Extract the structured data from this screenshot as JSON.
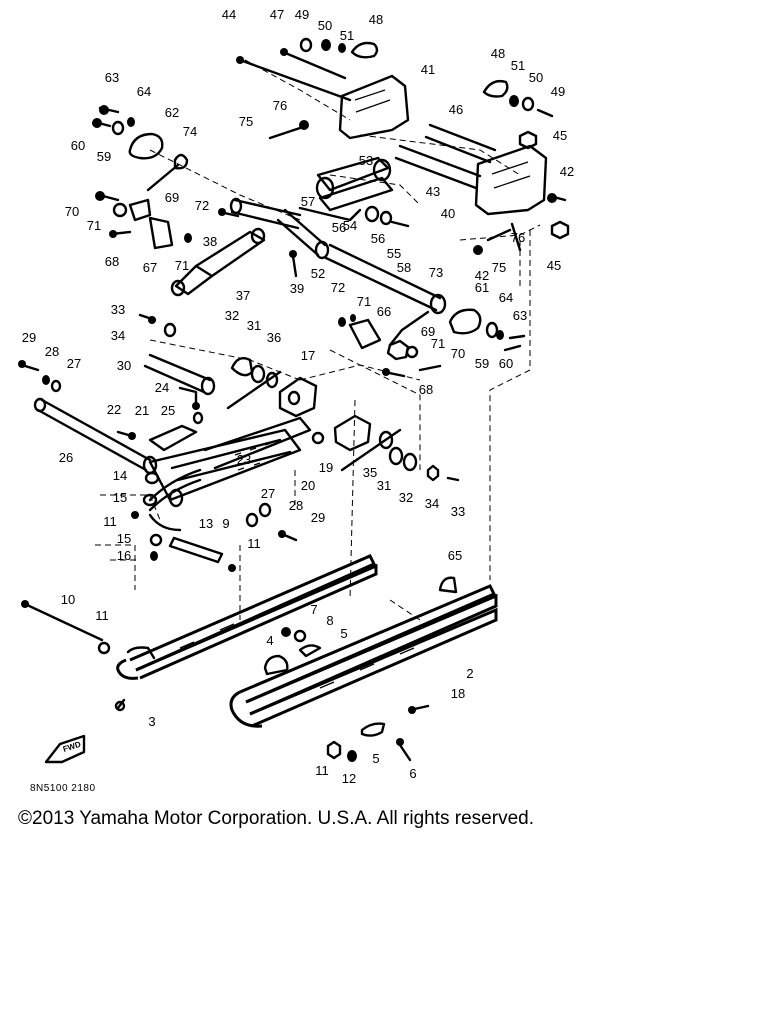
{
  "diagram_code": "8N5100 2180",
  "fwd_label": "FWD",
  "copyright": "©2013 Yamaha Motor Corporation. U.S.A. All rights reserved.",
  "callouts": [
    {
      "id": "c1",
      "label": "44"
    },
    {
      "id": "c2",
      "label": "47"
    },
    {
      "id": "c3",
      "label": "49"
    },
    {
      "id": "c4",
      "label": "50"
    },
    {
      "id": "c5",
      "label": "51"
    },
    {
      "id": "c6",
      "label": "48"
    },
    {
      "id": "c7",
      "label": "41"
    },
    {
      "id": "c8",
      "label": "48"
    },
    {
      "id": "c9",
      "label": "51"
    },
    {
      "id": "c10",
      "label": "50"
    },
    {
      "id": "c11",
      "label": "49"
    },
    {
      "id": "c12",
      "label": "63"
    },
    {
      "id": "c13",
      "label": "64"
    },
    {
      "id": "c14",
      "label": "62"
    },
    {
      "id": "c15",
      "label": "76"
    },
    {
      "id": "c16",
      "label": "75"
    },
    {
      "id": "c17",
      "label": "46"
    },
    {
      "id": "c18",
      "label": "45"
    },
    {
      "id": "c19",
      "label": "60"
    },
    {
      "id": "c20",
      "label": "59"
    },
    {
      "id": "c21",
      "label": "74"
    },
    {
      "id": "c22",
      "label": "53"
    },
    {
      "id": "c23",
      "label": "43"
    },
    {
      "id": "c24",
      "label": "42"
    },
    {
      "id": "c25",
      "label": "70"
    },
    {
      "id": "c26",
      "label": "69"
    },
    {
      "id": "c27",
      "label": "57"
    },
    {
      "id": "c28",
      "label": "40"
    },
    {
      "id": "c29",
      "label": "71"
    },
    {
      "id": "c30",
      "label": "72"
    },
    {
      "id": "c31",
      "label": "38"
    },
    {
      "id": "c32",
      "label": "54"
    },
    {
      "id": "c33",
      "label": "56"
    },
    {
      "id": "c34",
      "label": "56"
    },
    {
      "id": "c35",
      "label": "55"
    },
    {
      "id": "c36",
      "label": "76"
    },
    {
      "id": "c37",
      "label": "45"
    },
    {
      "id": "c38",
      "label": "68"
    },
    {
      "id": "c39",
      "label": "67"
    },
    {
      "id": "c40",
      "label": "71"
    },
    {
      "id": "c41",
      "label": "52"
    },
    {
      "id": "c42",
      "label": "58"
    },
    {
      "id": "c43",
      "label": "42"
    },
    {
      "id": "c44",
      "label": "75"
    },
    {
      "id": "c45",
      "label": "39"
    },
    {
      "id": "c46",
      "label": "37"
    },
    {
      "id": "c47",
      "label": "73"
    },
    {
      "id": "c48",
      "label": "72"
    },
    {
      "id": "c49",
      "label": "71"
    },
    {
      "id": "c50",
      "label": "61"
    },
    {
      "id": "c51",
      "label": "64"
    },
    {
      "id": "c52",
      "label": "33"
    },
    {
      "id": "c53",
      "label": "66"
    },
    {
      "id": "c54",
      "label": "63"
    },
    {
      "id": "c55",
      "label": "34"
    },
    {
      "id": "c56",
      "label": "32"
    },
    {
      "id": "c57",
      "label": "31"
    },
    {
      "id": "c58",
      "label": "36"
    },
    {
      "id": "c59",
      "label": "69"
    },
    {
      "id": "c60",
      "label": "71"
    },
    {
      "id": "c61",
      "label": "70"
    },
    {
      "id": "c62",
      "label": "59"
    },
    {
      "id": "c63",
      "label": "60"
    },
    {
      "id": "c64",
      "label": "29"
    },
    {
      "id": "c65",
      "label": "28"
    },
    {
      "id": "c66",
      "label": "27"
    },
    {
      "id": "c67",
      "label": "17"
    },
    {
      "id": "c68",
      "label": "30"
    },
    {
      "id": "c69",
      "label": "68"
    },
    {
      "id": "c70",
      "label": "24"
    },
    {
      "id": "c71",
      "label": "22"
    },
    {
      "id": "c72",
      "label": "21"
    },
    {
      "id": "c73",
      "label": "25"
    },
    {
      "id": "c74",
      "label": "26"
    },
    {
      "id": "c75",
      "label": "23"
    },
    {
      "id": "c76",
      "label": "19"
    },
    {
      "id": "c77",
      "label": "35"
    },
    {
      "id": "c78",
      "label": "14"
    },
    {
      "id": "c79",
      "label": "20"
    },
    {
      "id": "c80",
      "label": "31"
    },
    {
      "id": "c81",
      "label": "32"
    },
    {
      "id": "c82",
      "label": "34"
    },
    {
      "id": "c83",
      "label": "33"
    },
    {
      "id": "c84",
      "label": "15"
    },
    {
      "id": "c85",
      "label": "27"
    },
    {
      "id": "c86",
      "label": "28"
    },
    {
      "id": "c87",
      "label": "11"
    },
    {
      "id": "c88",
      "label": "13"
    },
    {
      "id": "c89",
      "label": "9"
    },
    {
      "id": "c90",
      "label": "29"
    },
    {
      "id": "c91",
      "label": "15"
    },
    {
      "id": "c92",
      "label": "11"
    },
    {
      "id": "c93",
      "label": "16"
    },
    {
      "id": "c94",
      "label": "65"
    },
    {
      "id": "c95",
      "label": "10"
    },
    {
      "id": "c96",
      "label": "11"
    },
    {
      "id": "c97",
      "label": "7"
    },
    {
      "id": "c98",
      "label": "8"
    },
    {
      "id": "c99",
      "label": "5"
    },
    {
      "id": "c100",
      "label": "4"
    },
    {
      "id": "c101",
      "label": "2"
    },
    {
      "id": "c102",
      "label": "18"
    },
    {
      "id": "c103",
      "label": "3"
    },
    {
      "id": "c104",
      "label": "11"
    },
    {
      "id": "c105",
      "label": "5"
    },
    {
      "id": "c106",
      "label": "6"
    },
    {
      "id": "c107",
      "label": "12"
    }
  ]
}
